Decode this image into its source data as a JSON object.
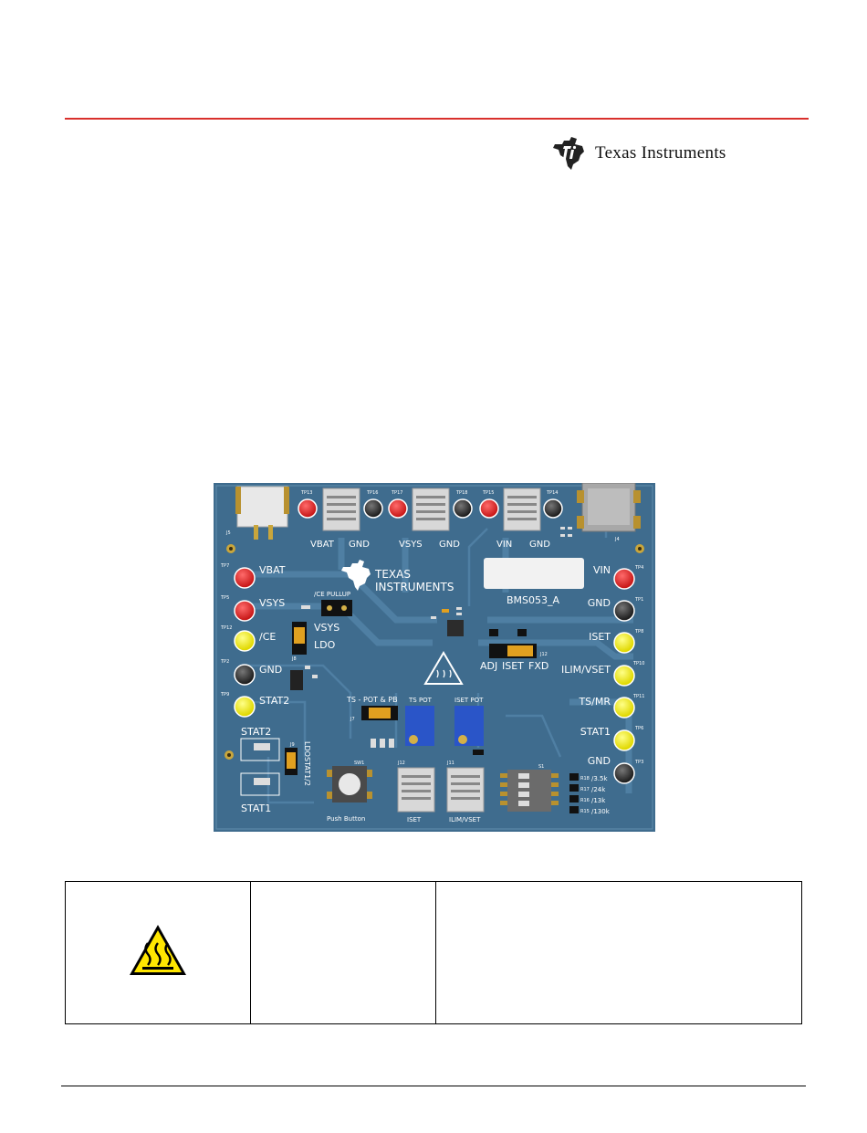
{
  "header": {
    "brand": "Texas Instruments",
    "brand_icon": "ti-state-logo-icon",
    "accent_color": "#d9302c"
  },
  "board": {
    "board_id": "BMS053_A",
    "pcb_color": "#406c8c",
    "top_row": [
      {
        "ref": "TP13",
        "color": "red"
      },
      {
        "ref": "TP16",
        "color": "black"
      },
      {
        "ref": "TP17",
        "color": "red"
      },
      {
        "ref": "TP18",
        "color": "black"
      },
      {
        "ref": "TP15",
        "color": "red"
      },
      {
        "ref": "TP14",
        "color": "black"
      }
    ],
    "top_labels": [
      "VBAT",
      "GND",
      "VSYS",
      "GND",
      "VIN",
      "GND"
    ],
    "left_points": [
      {
        "ref": "TP7",
        "label": "VBAT",
        "color": "red"
      },
      {
        "ref": "TP5",
        "label": "VSYS",
        "color": "red"
      },
      {
        "ref": "TP12",
        "label": "/CE",
        "color": "yellow"
      },
      {
        "ref": "TP2",
        "label": "GND",
        "color": "black"
      },
      {
        "ref": "TP9",
        "label": "STAT2",
        "color": "yellow"
      }
    ],
    "right_points": [
      {
        "ref": "TP4",
        "label": "VIN",
        "color": "red"
      },
      {
        "ref": "TP1",
        "label": "GND",
        "color": "black"
      },
      {
        "ref": "TP8",
        "label": "ISET",
        "color": "yellow"
      },
      {
        "ref": "TP10",
        "label": "ILIM/VSET",
        "color": "yellow"
      },
      {
        "ref": "TP11",
        "label": "TS/MR",
        "color": "yellow"
      },
      {
        "ref": "TP6",
        "label": "STAT1",
        "color": "yellow"
      },
      {
        "ref": "TP3",
        "label": "GND",
        "color": "black"
      }
    ],
    "labels": {
      "ce_pullup": "/CE PULLUP",
      "vsys_jumper": "VSYS",
      "ldo": "LDO",
      "stat2": "STAT2",
      "stat1": "STAT1",
      "stat1_2": "STAT1/2",
      "ldo_vert": "LDO",
      "ts_pot_pb": "TS - POT & PB",
      "ts_pot": "TS POT",
      "iset_pot": "ISET POT",
      "adj": "ADJ",
      "iset": "ISET",
      "fxd": "FXD",
      "push_button": "Push Button",
      "iset_conn": "ISET",
      "ilim_conn": "ILIM/VSET",
      "r_values": [
        "/3.5k",
        "/24k",
        "/13k",
        "/130k"
      ],
      "r_refs": [
        "R18",
        "R17",
        "R16",
        "R15"
      ],
      "j5": "J5",
      "j4": "J4",
      "j7": "J7",
      "j9": "J9",
      "j8": "J8",
      "j12": "J12",
      "j11": "J11",
      "j12b": "J12",
      "s1": "S1",
      "sw2": "SW1"
    }
  }
}
